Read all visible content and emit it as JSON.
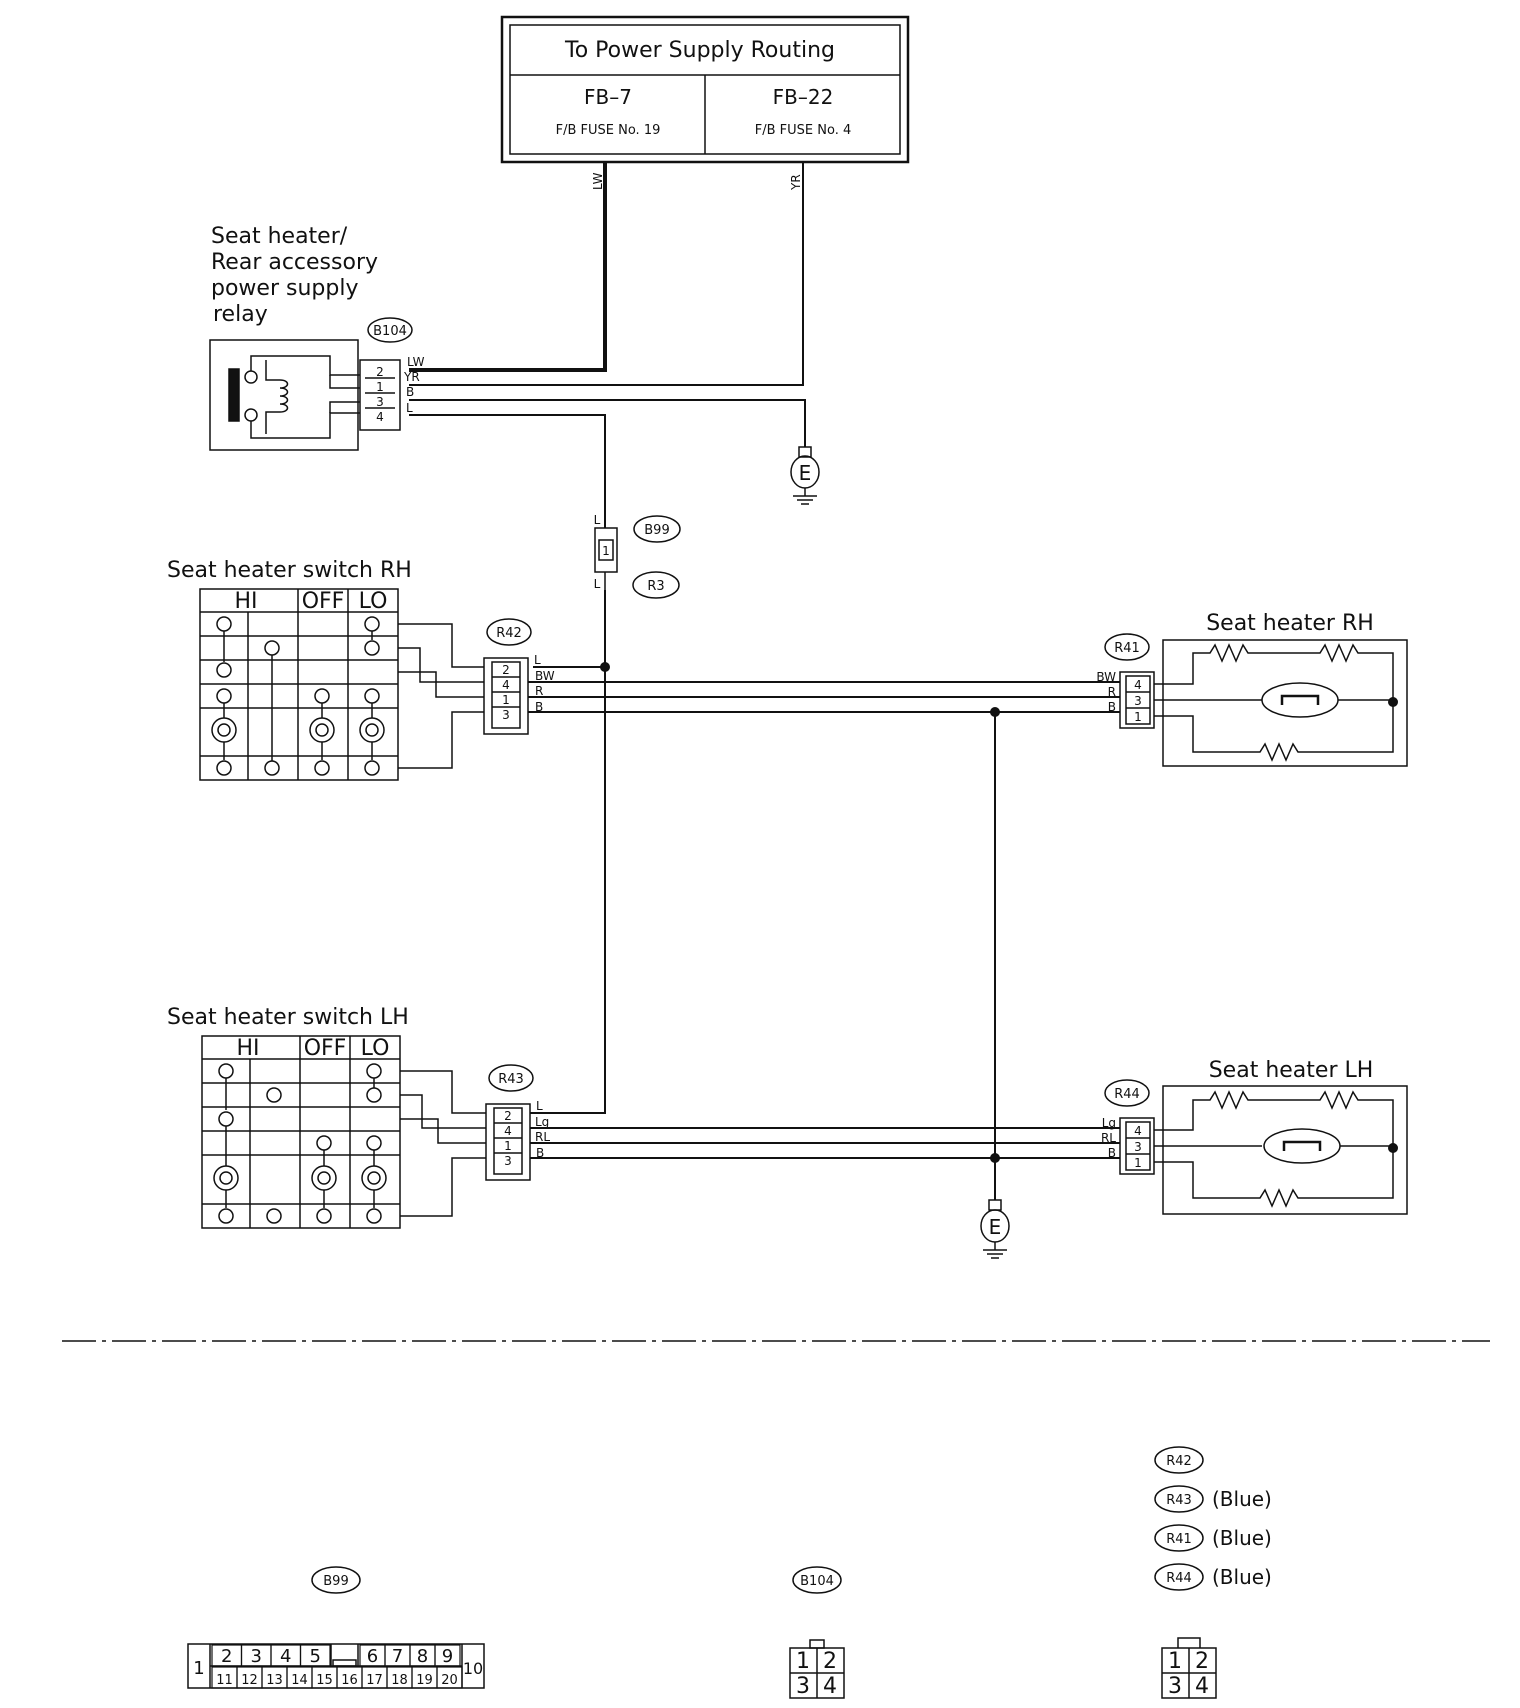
{
  "power_box": {
    "title": "To Power Supply Routing",
    "left": {
      "code": "FB–7",
      "sub": "F/B FUSE No. 19"
    },
    "right": {
      "code": "FB–22",
      "sub": "F/B FUSE No. 4"
    }
  },
  "wires": {
    "lw": "LW",
    "yr": "YR",
    "b": "B",
    "l": "L",
    "bw": "BW",
    "r": "R",
    "lg": "Lg",
    "rl": "RL"
  },
  "relay": {
    "title_lines": [
      "Seat heater/",
      "Rear accessory",
      "power supply",
      "relay"
    ],
    "connector": "B104",
    "pins": [
      "2",
      "1",
      "3",
      "4"
    ],
    "wire_labels": [
      "LW",
      "YR",
      "B",
      "L"
    ]
  },
  "ground": "E",
  "joint": {
    "connectors": [
      "B99",
      "R3"
    ],
    "pin": "1",
    "wire": "L"
  },
  "switch_rh": {
    "title": "Seat heater switch RH",
    "positions": [
      "HI",
      "OFF",
      "LO"
    ],
    "connector": "R42",
    "pins": [
      "2",
      "4",
      "1",
      "3"
    ],
    "wire_labels": [
      "L",
      "BW",
      "R",
      "B"
    ]
  },
  "switch_lh": {
    "title": "Seat heater switch LH",
    "positions": [
      "HI",
      "OFF",
      "LO"
    ],
    "connector": "R43",
    "pins": [
      "2",
      "4",
      "1",
      "3"
    ],
    "wire_labels": [
      "L",
      "Lg",
      "RL",
      "B"
    ]
  },
  "heater_rh": {
    "title": "Seat heater RH",
    "connector": "R41",
    "pins": [
      "4",
      "3",
      "1"
    ],
    "wire_labels": [
      "BW",
      "R",
      "B"
    ]
  },
  "heater_lh": {
    "title": "Seat heater LH",
    "connector": "R44",
    "pins": [
      "4",
      "3",
      "1"
    ],
    "wire_labels": [
      "Lg",
      "RL",
      "B"
    ]
  },
  "connector_views": {
    "b99": {
      "id": "B99",
      "top": [
        "2",
        "3",
        "4",
        "5",
        "6",
        "7",
        "8",
        "9"
      ],
      "bottom": [
        "11",
        "12",
        "13",
        "14",
        "15",
        "16",
        "17",
        "18",
        "19",
        "20"
      ],
      "left": "1",
      "right": "10"
    },
    "b104": {
      "id": "B104",
      "pins": [
        "1",
        "2",
        "3",
        "4"
      ]
    },
    "legend": {
      "items": [
        {
          "id": "R42",
          "note": ""
        },
        {
          "id": "R43",
          "note": "(Blue)"
        },
        {
          "id": "R41",
          "note": "(Blue)"
        },
        {
          "id": "R44",
          "note": "(Blue)"
        }
      ],
      "pins": [
        "1",
        "2",
        "3",
        "4"
      ]
    }
  }
}
